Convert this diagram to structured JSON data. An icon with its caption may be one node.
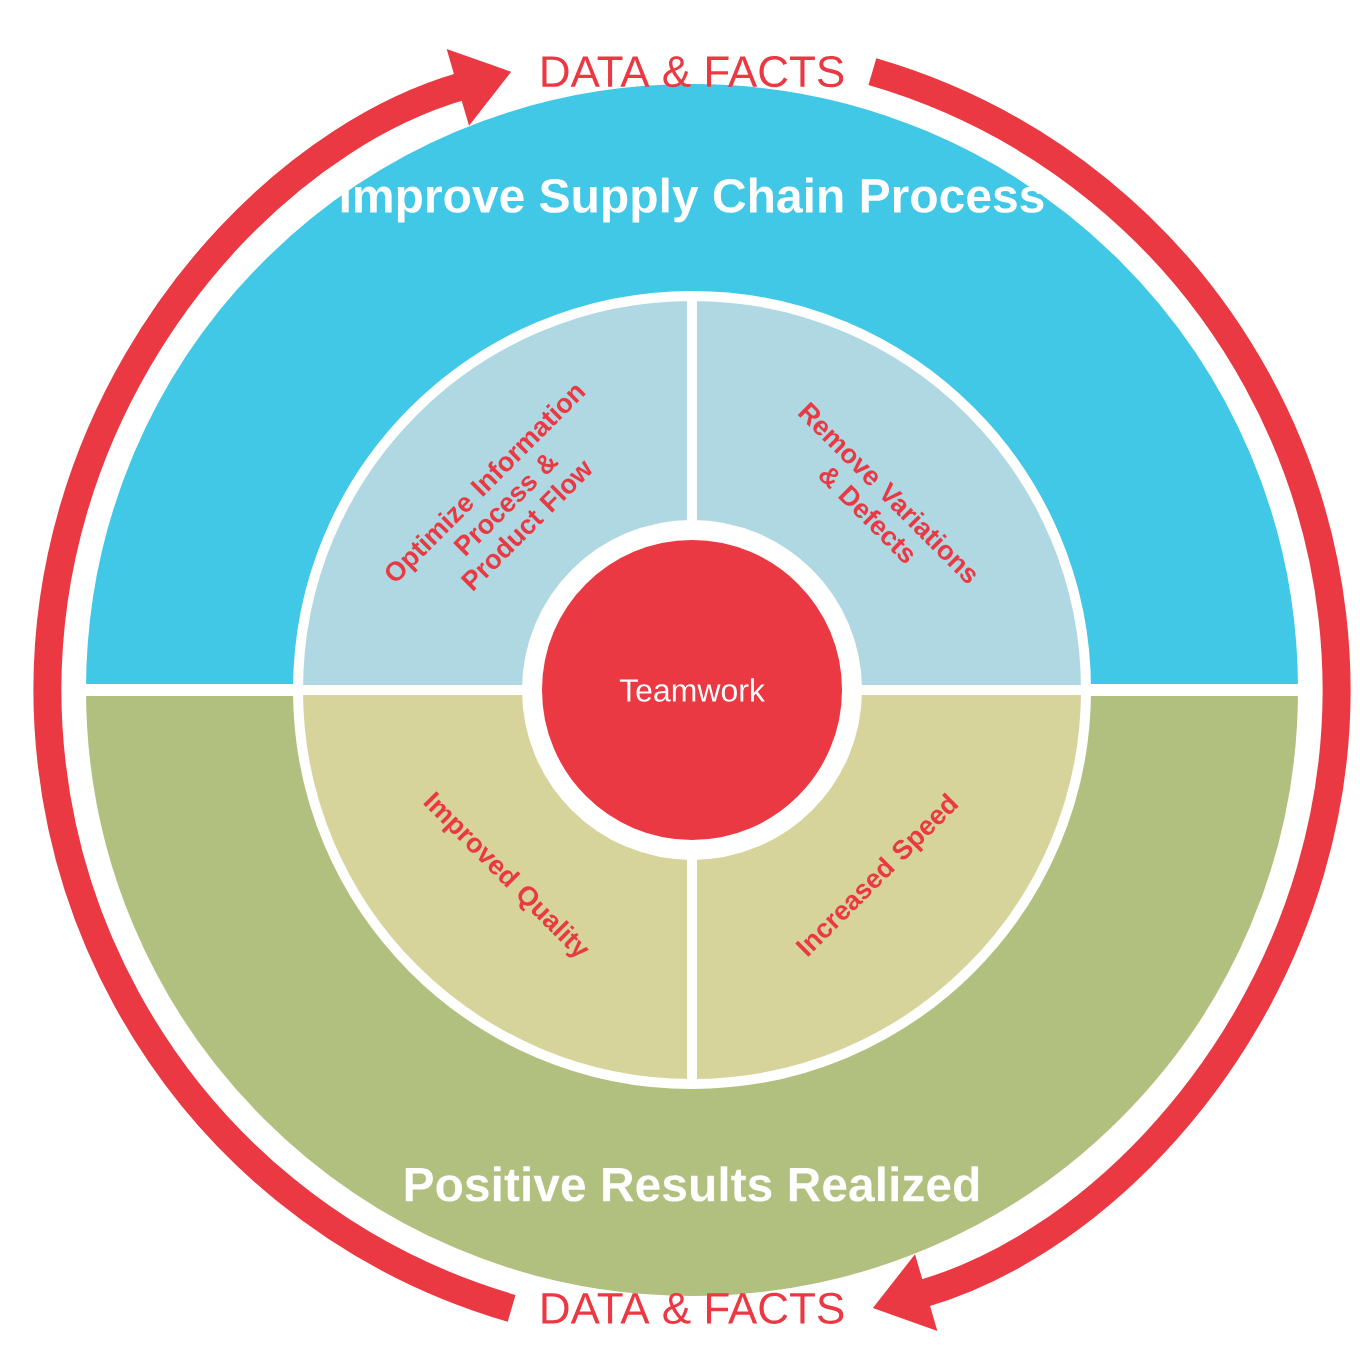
{
  "diagram": {
    "nodes": [
      {
        "text": [
          "Improve Supply Chain Process"
        ]
      },
      {
        "text": [
          "Optimize Information Process & Product Flow"
        ],
        "in": 0
      },
      {
        "text": [
          "Remove Variations & Defects"
        ],
        "in": 0
      },
      {
        "text": [
          "Teamwork"
        ]
      },
      {
        "text": [
          "Positive Results Realized"
        ]
      },
      {
        "text": [
          "Improved Quality"
        ],
        "in": 4
      },
      {
        "text": [
          "Increased Speed"
        ],
        "in": 4
      },
      {
        "text": [
          "DATA & FACTS"
        ]
      },
      {
        "text": [
          "DATA & FACTS"
        ]
      }
    ],
    "edges": [
      {
        "from": 8,
        "to": 7,
        "arrow": "to"
      },
      {
        "from": 7,
        "to": 8,
        "arrow": "to"
      }
    ]
  }
}
